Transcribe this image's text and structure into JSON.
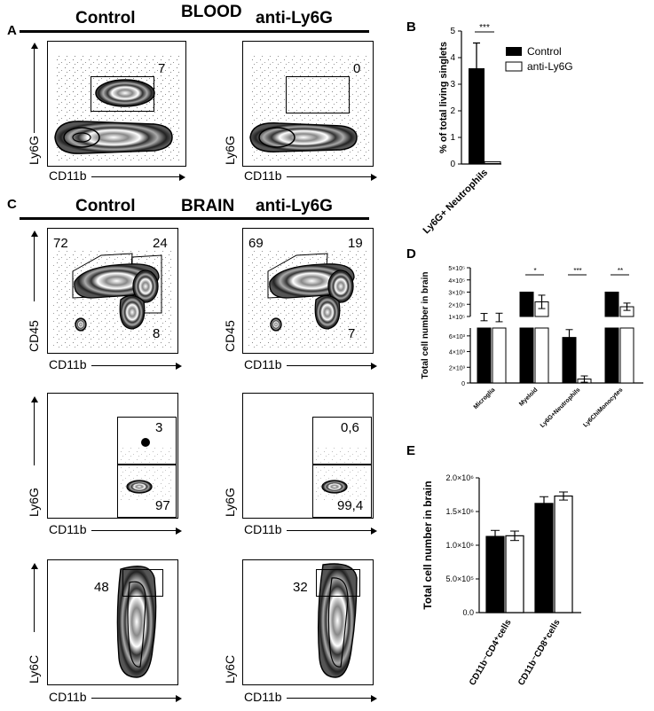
{
  "labels": {
    "panel_a": "A",
    "panel_b": "B",
    "panel_c": "C",
    "panel_d": "D",
    "panel_e": "E",
    "blood_header": "BLOOD",
    "brain_header": "BRAIN",
    "control": "Control",
    "anti": "anti-Ly6G",
    "cd11b": "CD11b",
    "ly6g": "Ly6G",
    "cd45": "CD45",
    "ly6c": "Ly6C"
  },
  "flow": {
    "blood_control_gate": "7",
    "blood_anti_gate": "0",
    "brain_control_cd45": [
      "72",
      "24",
      "8"
    ],
    "brain_anti_cd45": [
      "69",
      "19",
      "7"
    ],
    "brain_control_ly6g": [
      "3",
      "97"
    ],
    "brain_anti_ly6g": [
      "0,6",
      "99,4"
    ],
    "brain_control_ly6c": "48",
    "brain_anti_ly6c": "32"
  },
  "chart_data": [
    {
      "panel": "B",
      "type": "bar",
      "ylabel": "% of total living singlets",
      "categories": [
        "Ly6G+ Neutrophils"
      ],
      "series": [
        {
          "name": "Control",
          "values": [
            3.6
          ],
          "error": [
            0.95
          ]
        },
        {
          "name": "anti-Ly6G",
          "values": [
            0.02
          ],
          "error": [
            0.01
          ]
        }
      ],
      "ylim": [
        0,
        5
      ],
      "yticks": [
        "0",
        "1",
        "2",
        "3",
        "4",
        "5"
      ],
      "significance": [
        "***"
      ],
      "legend": "top-right"
    },
    {
      "panel": "D",
      "type": "bar",
      "ylabel": "Total cell number in brain",
      "categories": [
        "Microglia",
        "Myeloid",
        "Ly6G+Neutrophils",
        "Ly6ChiMonocytes"
      ],
      "series": [
        {
          "values": [
            95000,
            300000,
            5800,
            300000
          ],
          "error": [
            30000,
            0,
            1000,
            0
          ]
        },
        {
          "values": [
            92000,
            220000,
            500,
            180000
          ],
          "error": [
            35000,
            55000,
            400,
            30000
          ]
        }
      ],
      "yticks_upper": [
        "1×10⁵",
        "2×10⁵",
        "3×10⁵",
        "4×10⁵",
        "5×10⁵"
      ],
      "yticks_lower": [
        "0",
        "2×10³",
        "4×10³",
        "6×10³"
      ],
      "significance": [
        "",
        "*",
        "***",
        "**"
      ],
      "broken_axis": true
    },
    {
      "panel": "E",
      "type": "bar",
      "ylabel": "Total cell number in brain",
      "categories": [
        "CD11b⁻CD4⁺cells",
        "CD11b⁻CD8⁺cells"
      ],
      "series": [
        {
          "values": [
            1130000,
            1620000
          ],
          "error": [
            90000,
            100000
          ]
        },
        {
          "values": [
            1140000,
            1730000
          ],
          "error": [
            70000,
            60000
          ]
        }
      ],
      "ylim": [
        0,
        2000000
      ],
      "yticks": [
        "0.0",
        "5.0×10⁵",
        "1.0×10⁶",
        "1.5×10⁶",
        "2.0×10⁶"
      ]
    }
  ]
}
